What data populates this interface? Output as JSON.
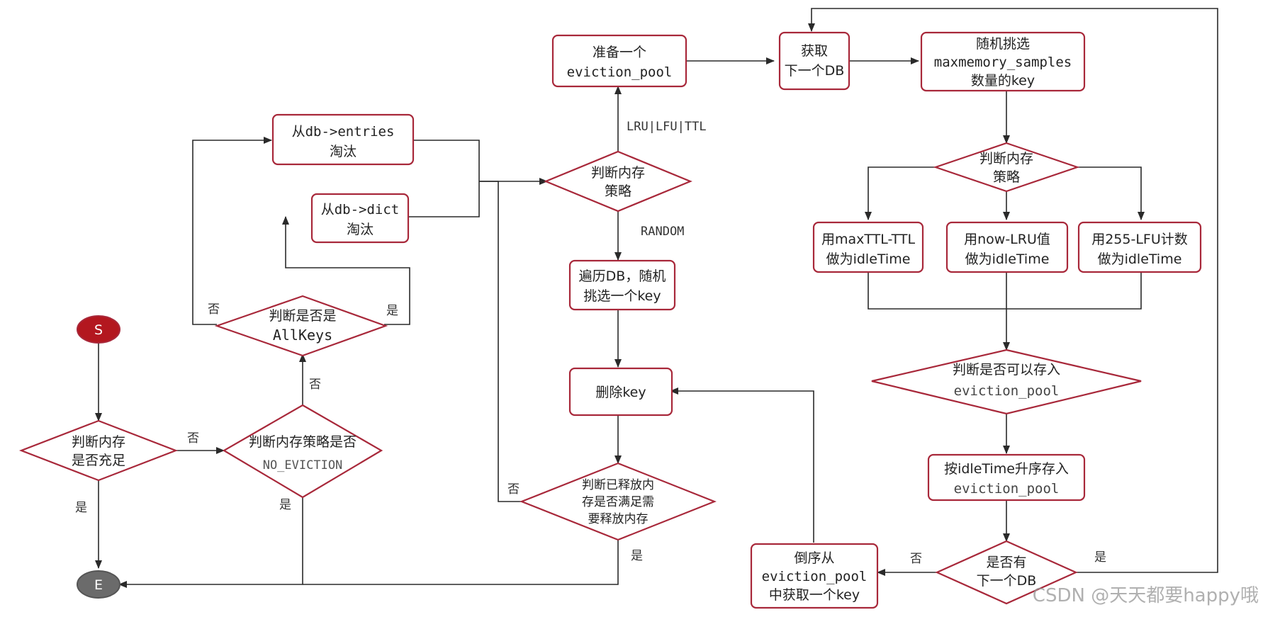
{
  "nodes": {
    "start": "S",
    "end": "E",
    "check_mem": [
      "判断内存",
      "是否充足"
    ],
    "check_no_eviction": [
      "判断内存策略是否",
      "NO_EVICTION"
    ],
    "check_allkeys": [
      "判断是否是",
      "AllKeys"
    ],
    "from_entries": [
      "从db->entries",
      "淘汰"
    ],
    "from_dict": [
      "从db->dict",
      "淘汰"
    ],
    "prepare_pool": [
      "准备一个",
      "eviction_pool"
    ],
    "check_policy_1": [
      "判断内存",
      "策略"
    ],
    "traverse_db": [
      "遍历DB，随机",
      "挑选一个key"
    ],
    "delete_key": [
      "删除key"
    ],
    "check_freed": [
      "判断已释放内",
      "存是否满足需",
      "要释放内存"
    ],
    "next_db": [
      "获取",
      "下一个DB"
    ],
    "random_pick": [
      "随机挑选",
      "maxmemory_samples",
      "数量的key"
    ],
    "check_policy_2": [
      "判断内存",
      "策略"
    ],
    "use_ttl": [
      "用maxTTL-TTL",
      "做为idleTime"
    ],
    "use_lru": [
      "用now-LRU值",
      "做为idleTime"
    ],
    "use_lfu": [
      "用255-LFU计数",
      "做为idleTime"
    ],
    "check_can_store": [
      "判断是否可以存入",
      "eviction_pool"
    ],
    "store_asc": [
      "按idleTime升序存入",
      "eviction_pool"
    ],
    "has_next_db": [
      "是否有",
      "下一个DB"
    ],
    "reverse_get": [
      "倒序从",
      "eviction_pool",
      "中获取一个key"
    ]
  },
  "edge_labels": {
    "mem_no": "否",
    "mem_yes": "是",
    "noevict_no": "否",
    "noevict_yes": "是",
    "allkeys_no": "否",
    "allkeys_yes": "是",
    "policy_lru": "LRU|LFU|TTL",
    "policy_random": "RANDOM",
    "freed_no": "否",
    "freed_yes": "是",
    "nextdb_no": "否",
    "nextdb_yes": "是"
  },
  "watermark": "CSDN @天天都要happy哦",
  "colors": {
    "border": "#a8283a",
    "start_fill": "#b3171f",
    "end_fill": "#6b6b6b",
    "edge": "#2a2a2a"
  }
}
